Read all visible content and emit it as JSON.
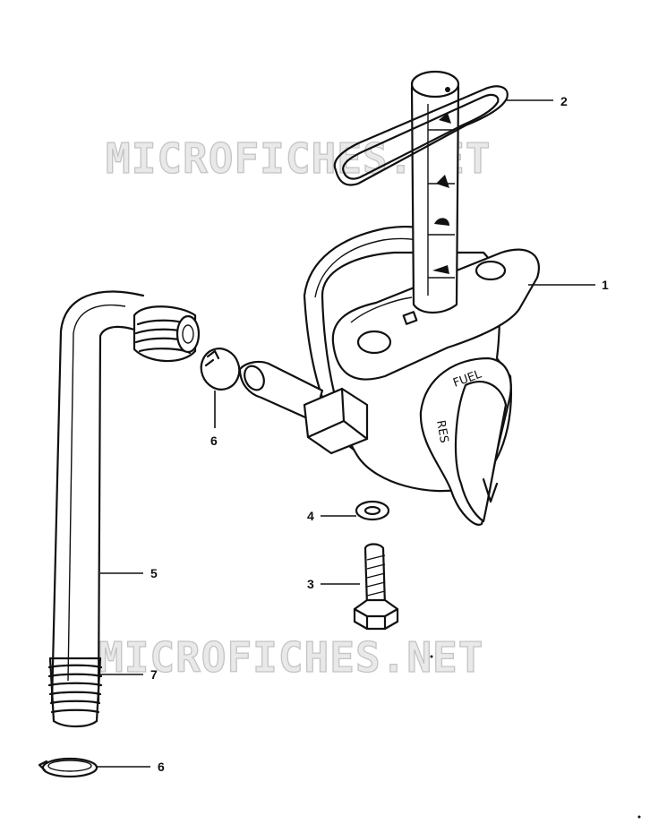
{
  "watermarks": [
    "MICROFICHES.NET",
    "MICROFICHES.NET"
  ],
  "callouts": [
    {
      "id": "callout-1",
      "label": "1"
    },
    {
      "id": "callout-2",
      "label": "2"
    },
    {
      "id": "callout-3",
      "label": "3"
    },
    {
      "id": "callout-4",
      "label": "4"
    },
    {
      "id": "callout-5",
      "label": "5"
    },
    {
      "id": "callout-6a",
      "label": "6"
    },
    {
      "id": "callout-6b",
      "label": "6"
    },
    {
      "id": "callout-7",
      "label": "7"
    }
  ],
  "lever_labels": {
    "on": "FUEL",
    "reserve": "RES"
  }
}
